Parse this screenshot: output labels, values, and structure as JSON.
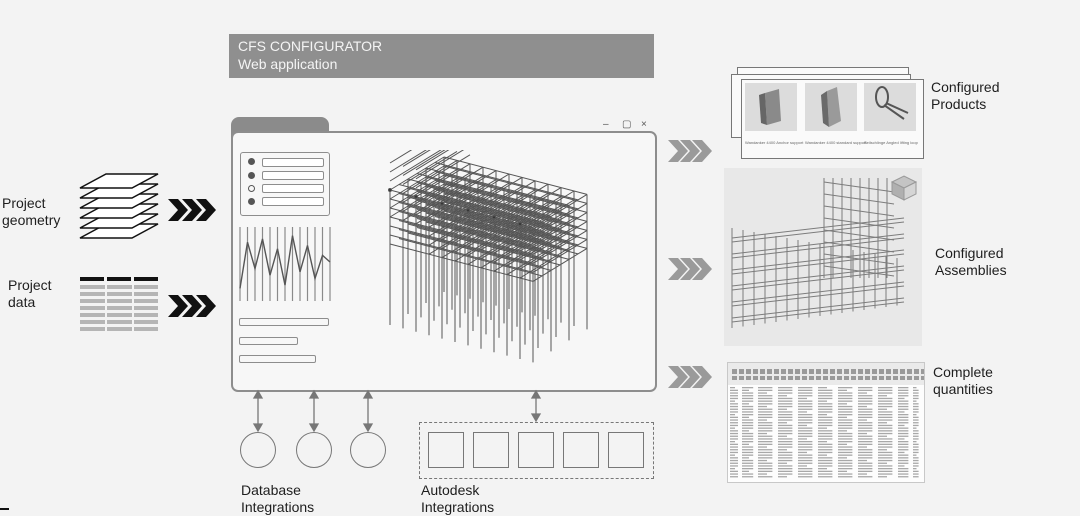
{
  "header": {
    "title": "CFS CONFIGURATOR",
    "subtitle": "Web application"
  },
  "inputs": {
    "geometry_label": "Project\ngeometry",
    "data_label": "Project\ndata"
  },
  "app_window": {
    "controls": [
      "–",
      "▢",
      "×"
    ],
    "form_radios": [
      "filled",
      "filled",
      "empty",
      "filled"
    ],
    "wave_values": [
      0.9,
      0.2,
      0.6,
      0.15,
      0.7,
      0.3,
      0.85,
      0.1,
      0.65,
      0.25,
      0.75,
      0.4,
      0.5
    ]
  },
  "outputs": {
    "products_label": "Configured\nProducts",
    "assemblies_label": "Configured\nAssemblies",
    "quantities_label": "Complete\nquantities",
    "product_captions": [
      "Wandanker\n4400 Anchor support",
      "Wandanker\n4400 standard support",
      "Seilschlinge\nAngled lifting loop"
    ]
  },
  "integrations": {
    "database_label": "Database\nIntegrations",
    "autodesk_label": "Autodesk\nIntegrations",
    "database_count": 3,
    "autodesk_count": 5
  },
  "colors": {
    "banner": "#8f8f8f",
    "arrow": "#111111",
    "output_arrow": "#9a9a9a",
    "frame": "#8d8d8d"
  }
}
